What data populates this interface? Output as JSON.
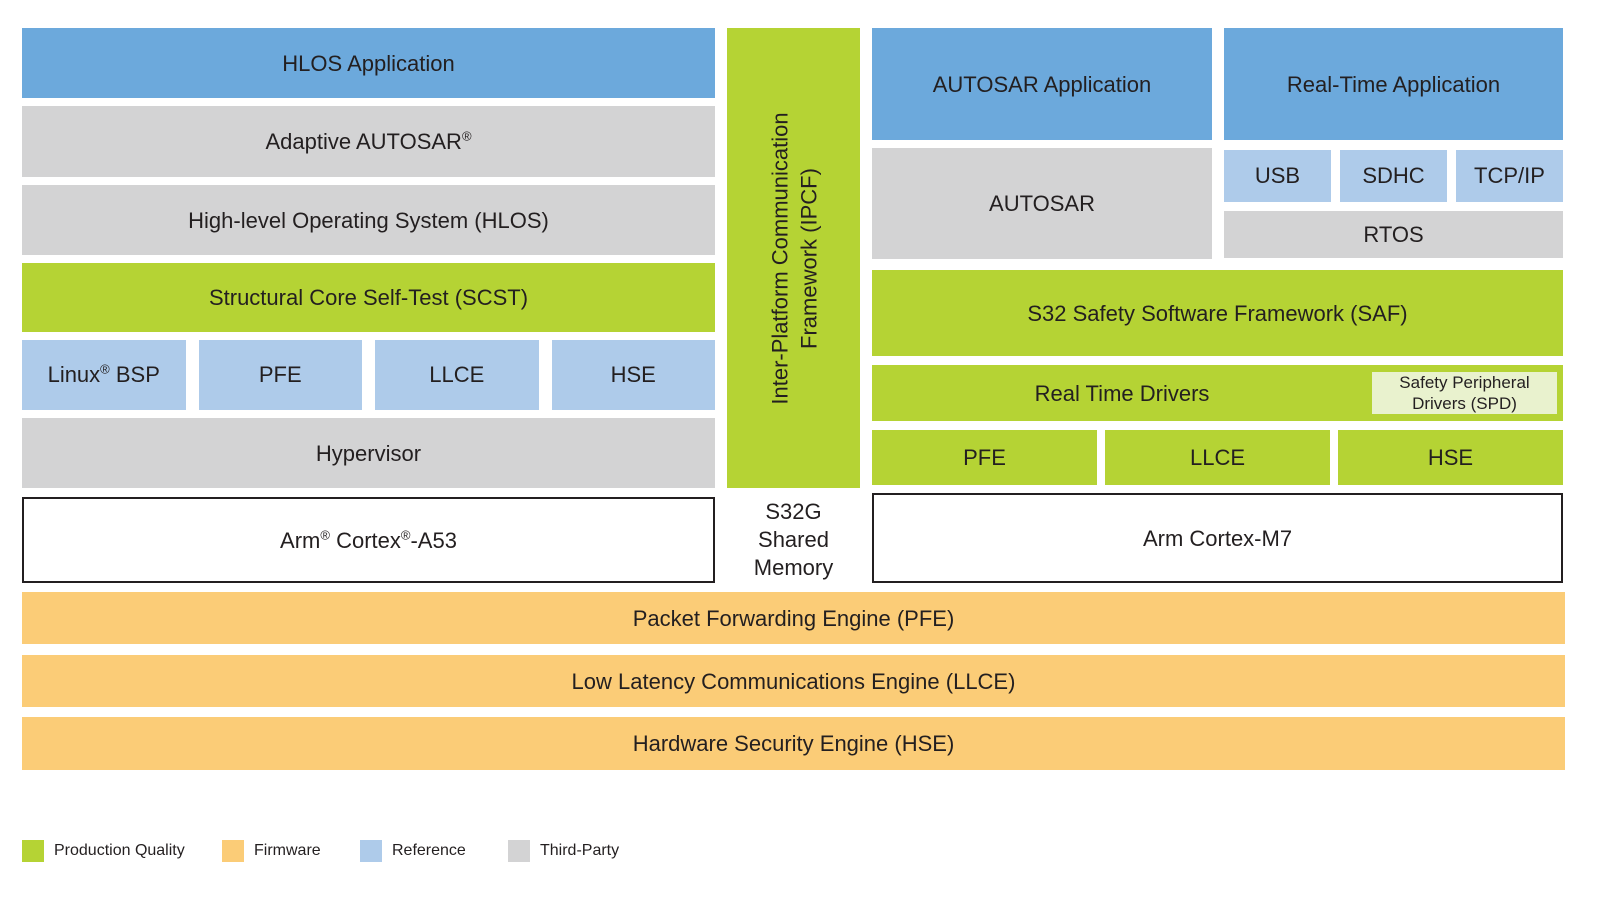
{
  "diagram": {
    "reg": "®",
    "left": {
      "hlos_application": "HLOS Application",
      "adaptive_autosar": "Adaptive AUTOSAR",
      "hlos_os": "High-level Operating System (HLOS)",
      "scst": "Structural Core Self-Test (SCST)",
      "linux_p1": "Linux",
      "linux_p2": " BSP",
      "pfe": "PFE",
      "llce": "LLCE",
      "hse": "HSE",
      "hypervisor": "Hypervisor",
      "a53_p1": "Arm",
      "a53_p2": " Cortex",
      "a53_p3": "-A53"
    },
    "middle": {
      "ipcf_line1": "Inter-Platform Communication",
      "ipcf_line2": "Framework (IPCF)",
      "shared_memory": "S32G Shared Memory"
    },
    "right": {
      "autosar_application": "AUTOSAR Application",
      "realtime_application": "Real-Time Application",
      "autosar": "AUTOSAR",
      "usb": "USB",
      "sdhc": "SDHC",
      "tcpip": "TCP/IP",
      "rtos": "RTOS",
      "saf": "S32 Safety Software Framework (SAF)",
      "real_time_drivers": "Real Time Drivers",
      "spd": "Safety Peripheral Drivers (SPD)",
      "pfe": "PFE",
      "llce": "LLCE",
      "hse": "HSE",
      "cortex_m7": "Arm Cortex-M7"
    },
    "firmware": {
      "pfe": "Packet Forwarding Engine (PFE)",
      "llce": "Low Latency Communications Engine (LLCE)",
      "hse": "Hardware Security Engine (HSE)"
    },
    "legend": {
      "items": [
        {
          "label": "Production Quality",
          "color": "#B5D334"
        },
        {
          "label": "Firmware",
          "color": "#FBCC77"
        },
        {
          "label": "Reference",
          "color": "#AECBEA"
        },
        {
          "label": "Third-Party",
          "color": "#D3D3D4"
        }
      ]
    },
    "colors": {
      "production_quality_green": "#B5D334",
      "firmware_orange": "#FBCC77",
      "reference_light_blue": "#AECBEA",
      "application_blue": "#6CA9DC",
      "third_party_gray": "#D3D3D4",
      "spd_background": "#E9F2CE",
      "text": "#231F20"
    }
  }
}
